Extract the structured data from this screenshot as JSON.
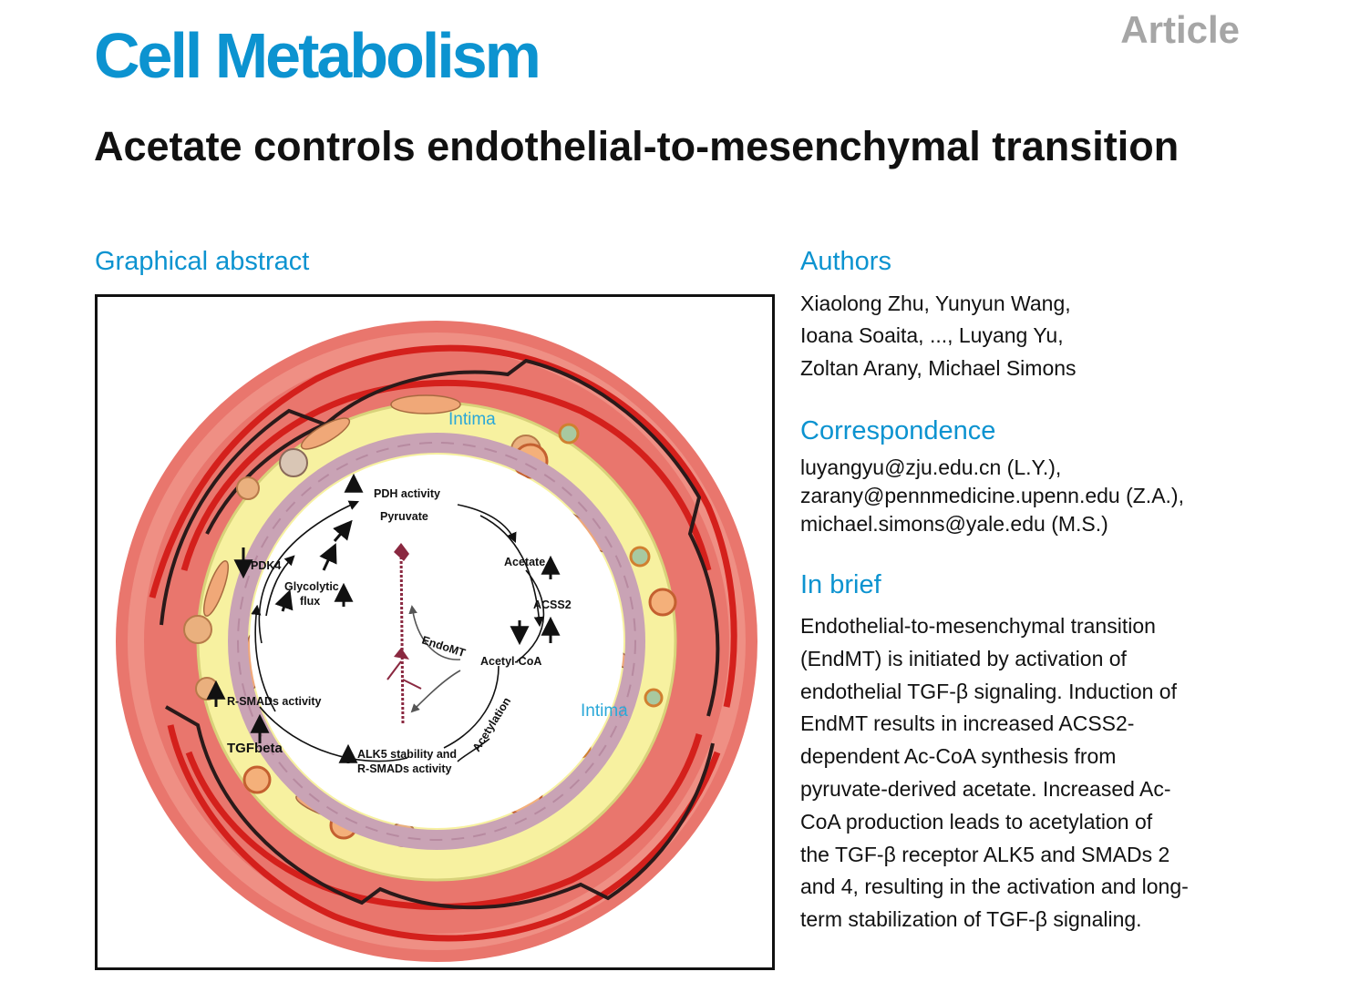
{
  "header": {
    "journal": "Cell Metabolism",
    "article_type": "Article",
    "title": "Acetate controls endothelial-to-mesenchymal transition"
  },
  "graphical_abstract": {
    "heading": "Graphical abstract",
    "labels": {
      "pdh_activity": "PDH activity",
      "pyruvate": "Pyruvate",
      "acetate": "Acetate",
      "acss2": "ACSS2",
      "acetyl_coa": "Acetyl-CoA",
      "endomt": "EndoMT",
      "acetylation": "Acetylation",
      "alk5_line1": "ALK5 stability and",
      "alk5_line2": "R-SMADs activity",
      "tgfbeta": "TGFbeta",
      "rsmads": "R-SMADs activity",
      "pdk4": "PDK4",
      "glycolytic_line1": "Glycolytic",
      "glycolytic_line2": "flux",
      "intima_top": "Intima",
      "intima_right": "Intima"
    },
    "colors": {
      "adventitia": "#e8706a",
      "media": "#f7f2a4",
      "intima_ring": "#c9a3b5",
      "vessel_lines": "#d4201c",
      "dark_lines": "#2a1a1a",
      "cell_orange": "#f0a878",
      "intima_label": "#2aa8d8"
    }
  },
  "authors": {
    "heading": "Authors",
    "lines": [
      "Xiaolong Zhu, Yunyun Wang,",
      "Ioana Soaita, ..., Luyang Yu,",
      "Zoltan Arany, Michael Simons"
    ]
  },
  "correspondence": {
    "heading": "Correspondence",
    "lines": [
      "luyangyu@zju.edu.cn (L.Y.),",
      "zarany@pennmedicine.upenn.edu (Z.A.),",
      "michael.simons@yale.edu (M.S.)"
    ]
  },
  "in_brief": {
    "heading": "In brief",
    "lines": [
      "Endothelial-to-mesenchymal transition",
      "(EndMT) is initiated by activation of",
      "endothelial TGF-β signaling. Induction of",
      "EndMT results in increased ACSS2-",
      "dependent Ac-CoA synthesis from",
      "pyruvate-derived acetate. Increased Ac-",
      "CoA production leads to acetylation of",
      "the TGF-β receptor ALK5 and SMADs 2",
      "and 4, resulting in the activation and long-",
      "term stabilization of TGF-β signaling."
    ]
  }
}
